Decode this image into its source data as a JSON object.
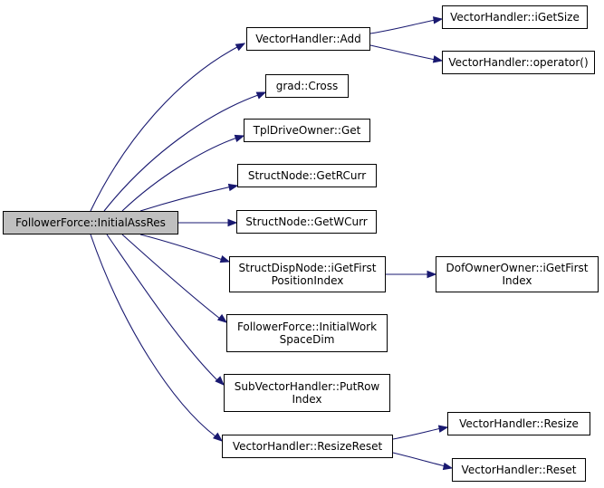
{
  "graph": {
    "root": {
      "label": "FollowerForce::InitialAssRes"
    },
    "nodes": {
      "add": {
        "lines": [
          "VectorHandler::Add"
        ]
      },
      "igetsize": {
        "lines": [
          "VectorHandler::iGetSize"
        ]
      },
      "operator": {
        "lines": [
          "VectorHandler::operator()"
        ]
      },
      "cross": {
        "lines": [
          "grad::Cross"
        ]
      },
      "get": {
        "lines": [
          "TplDriveOwner::Get"
        ]
      },
      "getrcurr": {
        "lines": [
          "StructNode::GetRCurr"
        ]
      },
      "getwcurr": {
        "lines": [
          "StructNode::GetWCurr"
        ]
      },
      "igetfirst": {
        "lines": [
          "StructDispNode::iGetFirst",
          "PositionIndex"
        ]
      },
      "dofowner": {
        "lines": [
          "DofOwnerOwner::iGetFirst",
          "Index"
        ]
      },
      "initialwork": {
        "lines": [
          "FollowerForce::InitialWork",
          "SpaceDim"
        ]
      },
      "putrow": {
        "lines": [
          "SubVectorHandler::PutRow",
          "Index"
        ]
      },
      "resizereset": {
        "lines": [
          "VectorHandler::ResizeReset"
        ]
      },
      "resize": {
        "lines": [
          "VectorHandler::Resize"
        ]
      },
      "reset": {
        "lines": [
          "VectorHandler::Reset"
        ]
      }
    },
    "colors": {
      "edge": "#191970",
      "node_border": "#000000",
      "root_fill": "#bfbfbf",
      "node_fill": "#ffffff"
    }
  }
}
